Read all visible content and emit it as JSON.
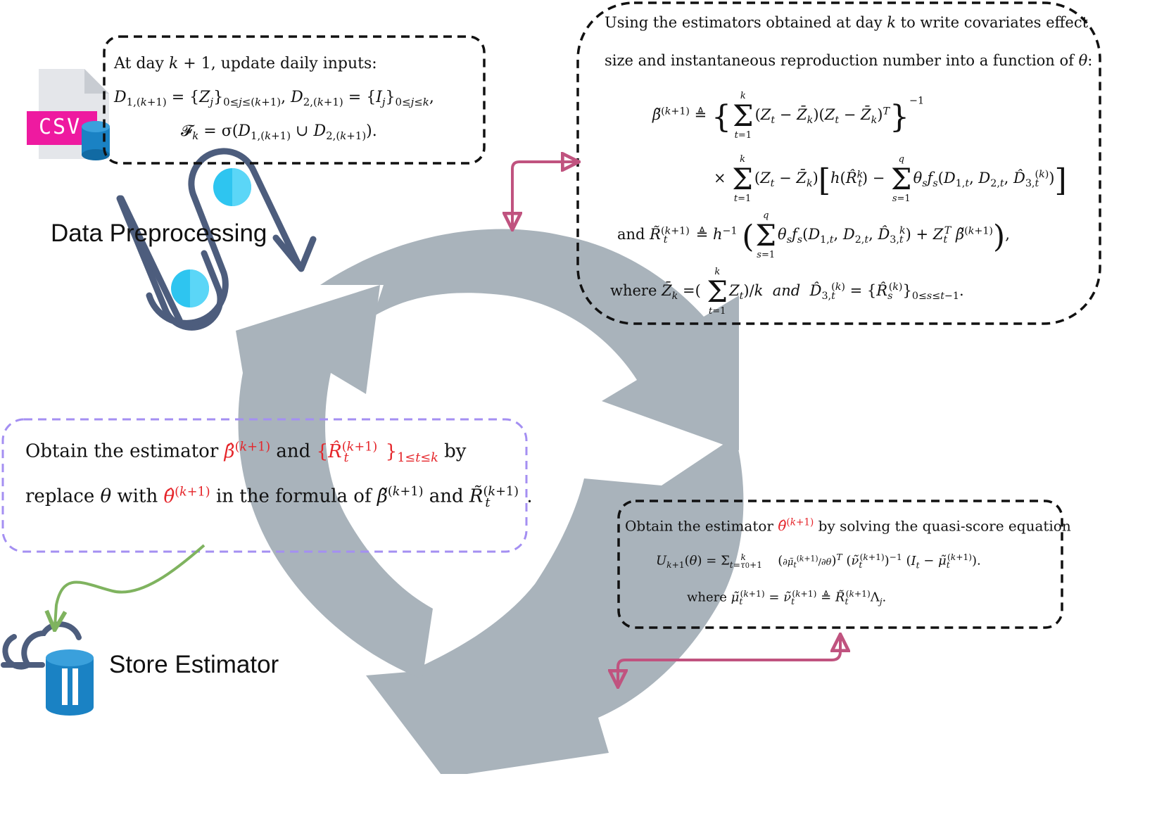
{
  "labels": {
    "data_preprocessing": "Data Preprocessing",
    "store_estimator": "Store Estimator",
    "csv_badge": "CSV"
  },
  "top_left_box": {
    "line1": "At day k + 1, update daily inputs:",
    "line2": "D1,(k+1) = {Zj}0≤j≤(k+1),  D2,(k+1) = {Ij}0≤j≤k,",
    "line3": "𝓕k = σ(D1,(k+1) ∪ D2,(k+1))."
  },
  "top_right_box": {
    "intro1": "Using the estimators obtained at day k to write covariates effect",
    "intro2": "size and instantaneous reproduction number into a function of θ:",
    "eq_beta": "β̃(k+1) ≜ { Σt=1..k (Zt − Z̄k)(Zt − Z̄k)^T }^−1 × Σt=1..k (Zt − Z̄k)[ h(R̂t(k)) − Σs=1..q θs fs(D1,t, D2,t, D̂3,t(k)) ]",
    "eq_R": "and R̃t(k+1) ≜ h^−1 ( Σs=1..q θs fs(D1,t, D2,t, D̂3,t(k)) + Zt^T β̃(k+1) ),",
    "eq_where": "where Z̄k = ( Σt=1..k Zt )/k  and  D̂3,t(k) = {R̂s(k)}0≤s≤t−1."
  },
  "left_box": {
    "line1": "Obtain the estimator β̂(k+1) and {R̂t(k+1)}1≤t≤k by",
    "line2": "replace θ with θ̂(k+1) in the formula of β̃(k+1) and R̃t(k+1)."
  },
  "bottom_right_box": {
    "line1": "Obtain the estimator θ̂(k+1) by solving the quasi-score equation",
    "line2": "Uk+1(θ) = Σt=τ0+1..k (∂μ̃t(k+1)/∂θ)^T (ν̃t(k+1))^−1 (It − μ̃t(k+1)).",
    "line3": "where μ̃t(k+1) = ν̃t(k+1) ≜ R̃t(k+1) Λj."
  },
  "colors": {
    "cycle_arrows": "#a9b3bb",
    "dashed_black": "#111111",
    "dashed_purple": "#a48ff2",
    "connector_pink": "#c0537f",
    "connector_green": "#7fb35f",
    "highlight_red": "#e5252a",
    "pipe_stroke": "#4d5d7d",
    "pipe_dot": "#2ec5f0",
    "csv_pink": "#ee1aa0",
    "db_blue": "#1a82c4"
  }
}
